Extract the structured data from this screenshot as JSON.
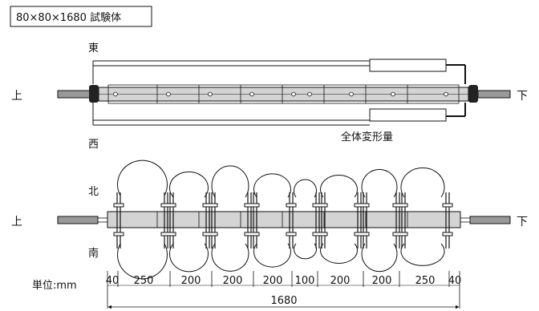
{
  "title": "80×80×1680 試験体",
  "labels": {
    "east": "東",
    "west": "西",
    "north": "北",
    "south": "南",
    "up": "上",
    "down": "下",
    "total_deformation": "全体変形量",
    "unit": "単位:mm"
  },
  "dimensions": {
    "segments": [
      "40",
      "250",
      "200",
      "200",
      "200",
      "100",
      "200",
      "200",
      "250",
      "40"
    ],
    "total": "1680"
  }
}
